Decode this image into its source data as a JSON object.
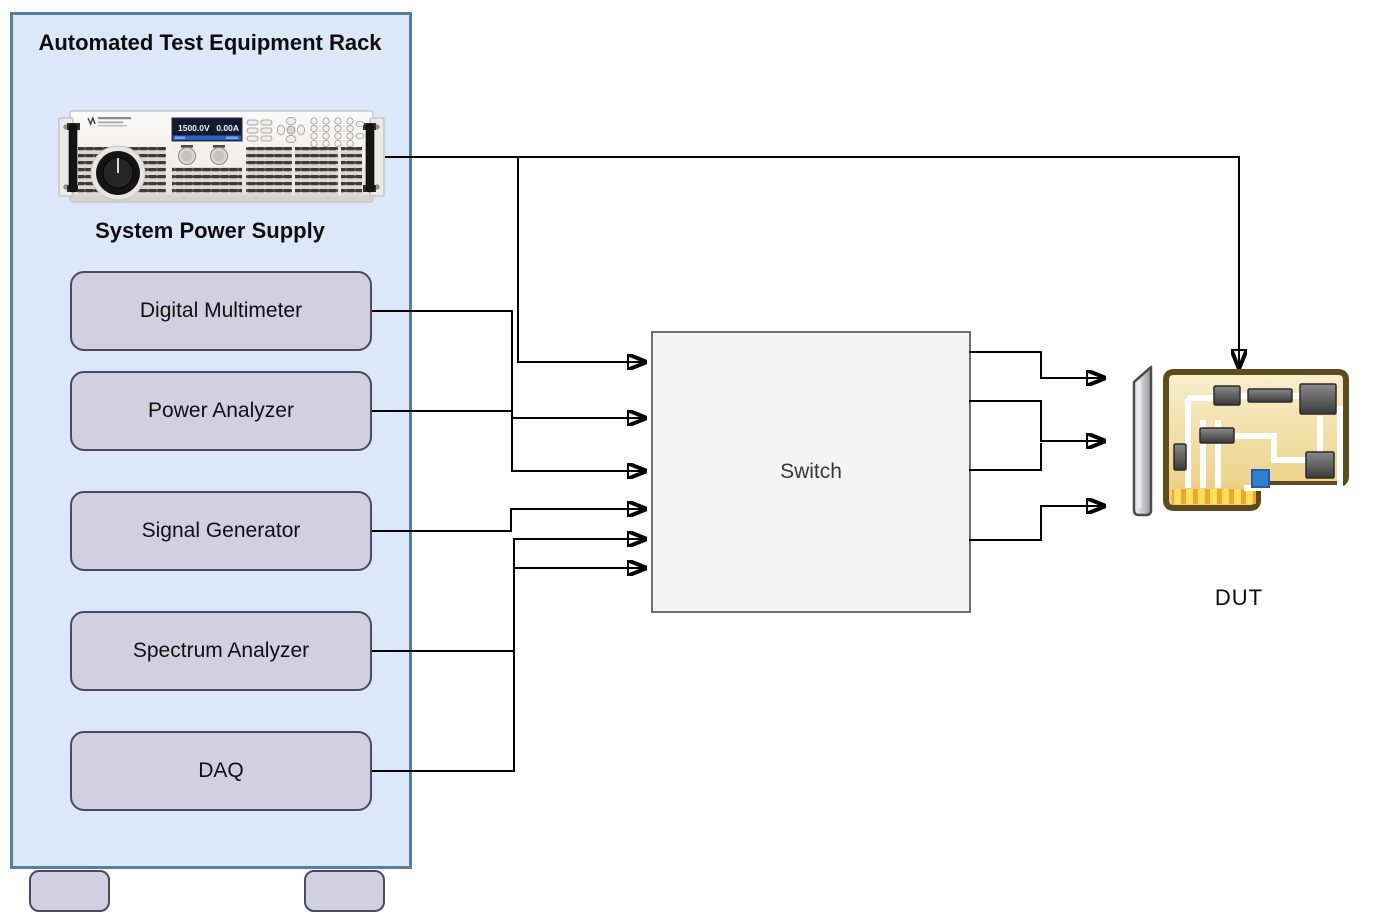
{
  "rack": {
    "title": "Automated Test Equipment Rack",
    "power_supply_label": "System Power Supply",
    "psu": {
      "voltage_readout": "1500.0V",
      "current_readout": "0.00A"
    },
    "instruments": [
      "Digital Multimeter",
      "Power Analyzer",
      "Signal Generator",
      "Spectrum Analyzer",
      "DAQ"
    ]
  },
  "switch": {
    "label": "Switch"
  },
  "dut": {
    "label": "DUT"
  },
  "colors": {
    "rack_fill": "#dce8f9",
    "rack_border": "#567fa2",
    "instrument_fill": "#d2cfe1",
    "instrument_border": "#4a4a63",
    "switch_fill": "#f4f4f4",
    "switch_border": "#6e6e6e",
    "connector": "#000000",
    "psu_display_bg": "#131c2e",
    "psu_display_accent": "#2e5fc4",
    "dut_board_border": "#5d4a1d",
    "dut_gold_fingers": "#f2a52e",
    "dut_component_blue": "#2f80d0"
  }
}
